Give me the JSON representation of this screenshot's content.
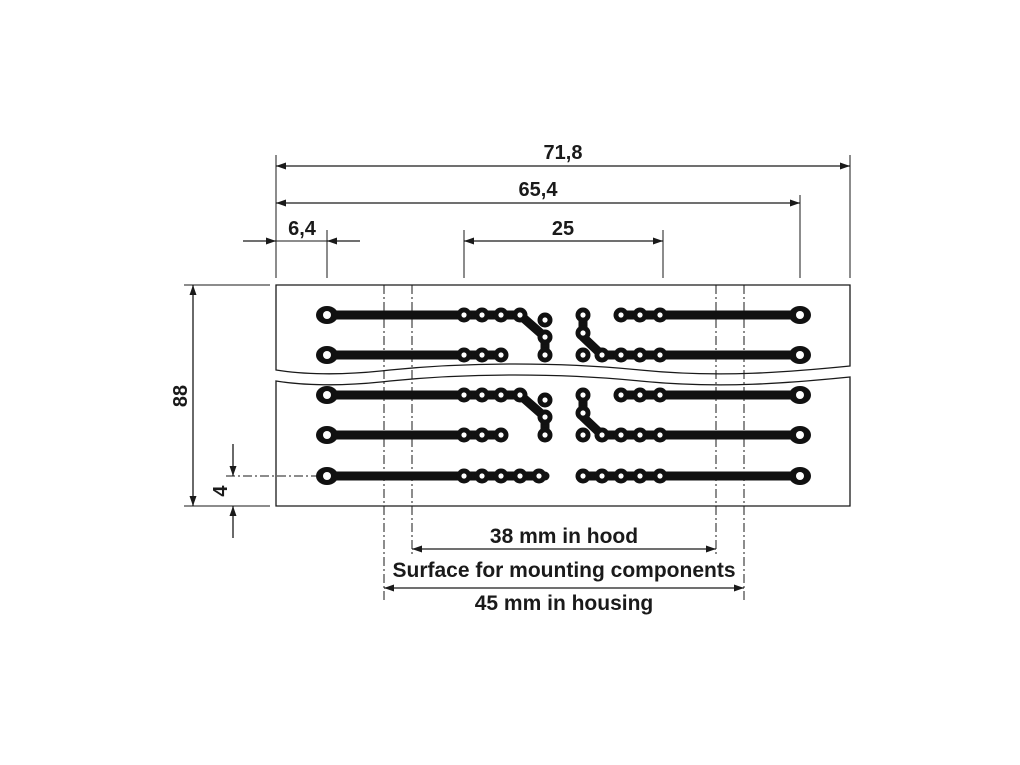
{
  "drawing": {
    "dimensions": {
      "overall_width": "71,8",
      "hole_span": "65,4",
      "edge_offset": "6,4",
      "center_span": "25",
      "height": "88",
      "bottom_offset": "4"
    },
    "captions": {
      "hood": "38 mm in hood",
      "surface": "Surface for mounting components",
      "housing": "45 mm in housing"
    }
  }
}
